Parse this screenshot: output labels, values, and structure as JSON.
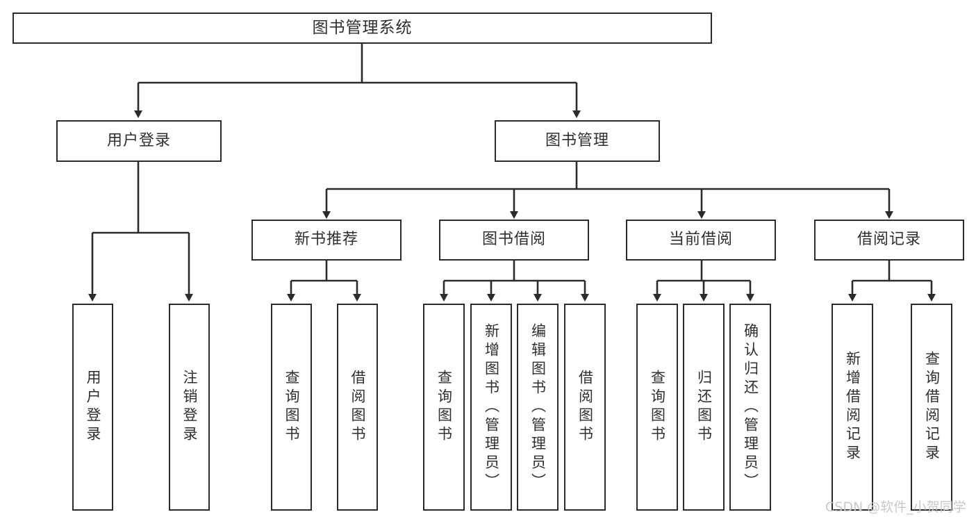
{
  "diagram": {
    "title": "图书管理系统",
    "type": "tree",
    "watermark": "CSDN @软件_小贺同学",
    "colors": {
      "border": "#2b2b2b",
      "text": "#2f2f2f",
      "background": "#ffffff",
      "watermark": "#c9c9c9"
    },
    "nodes": {
      "root": "图书管理系统",
      "level2": [
        "用户登录",
        "图书管理"
      ],
      "level3": [
        "新书推荐",
        "图书借阅",
        "当前借阅",
        "借阅记录"
      ],
      "leaves": {
        "user_login": [
          "用户登录",
          "注销登录"
        ],
        "new_book": [
          "查询图书",
          "借阅图书"
        ],
        "book_borrow": [
          "查询图书",
          "新增图书（管理员）",
          "编辑图书（管理员）",
          "借阅图书"
        ],
        "current_borrow": [
          "查询图书",
          "归还图书",
          "确认归还（管理员）"
        ],
        "borrow_record": [
          "新增借阅记录",
          "查询借阅记录"
        ]
      }
    }
  }
}
